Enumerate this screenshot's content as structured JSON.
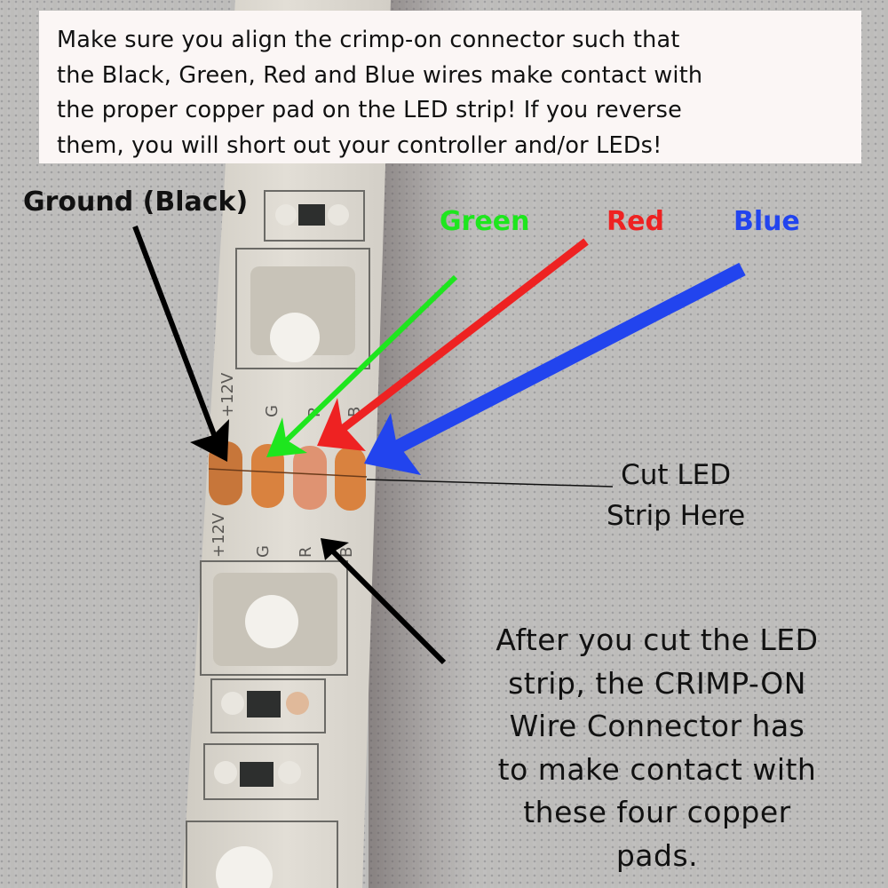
{
  "notice": {
    "text": "Make sure you align the crimp-on connector such that\nthe Black, Green, Red and Blue wires make contact with\nthe proper copper pad on the LED strip!  If you reverse\nthem, you will short out your controller and/or LEDs!"
  },
  "labels": {
    "ground": "Ground (Black)",
    "green": "Green",
    "red": "Red",
    "blue": "Blue",
    "cut": "Cut LED\nStrip Here",
    "after": "After you cut the LED\nstrip, the CRIMP-ON\nWire Connector has\nto make contact with\nthese four copper\npads."
  },
  "strip": {
    "pad_labels_top": [
      "+12V",
      "G",
      "R",
      "B"
    ],
    "pad_labels_bottom": [
      "+12V",
      "G",
      "R",
      "B"
    ],
    "pad_count": 4
  },
  "colors": {
    "notice_bg": "#fbf6f5",
    "ground_arrow": "#000000",
    "green_arrow": "#1ee61e",
    "red_arrow": "#ee2222",
    "blue_arrow": "#2244ee",
    "copper_pad": "#d9823f",
    "strip_body": "#dcd8cf",
    "fabric": "#bdbcba"
  }
}
